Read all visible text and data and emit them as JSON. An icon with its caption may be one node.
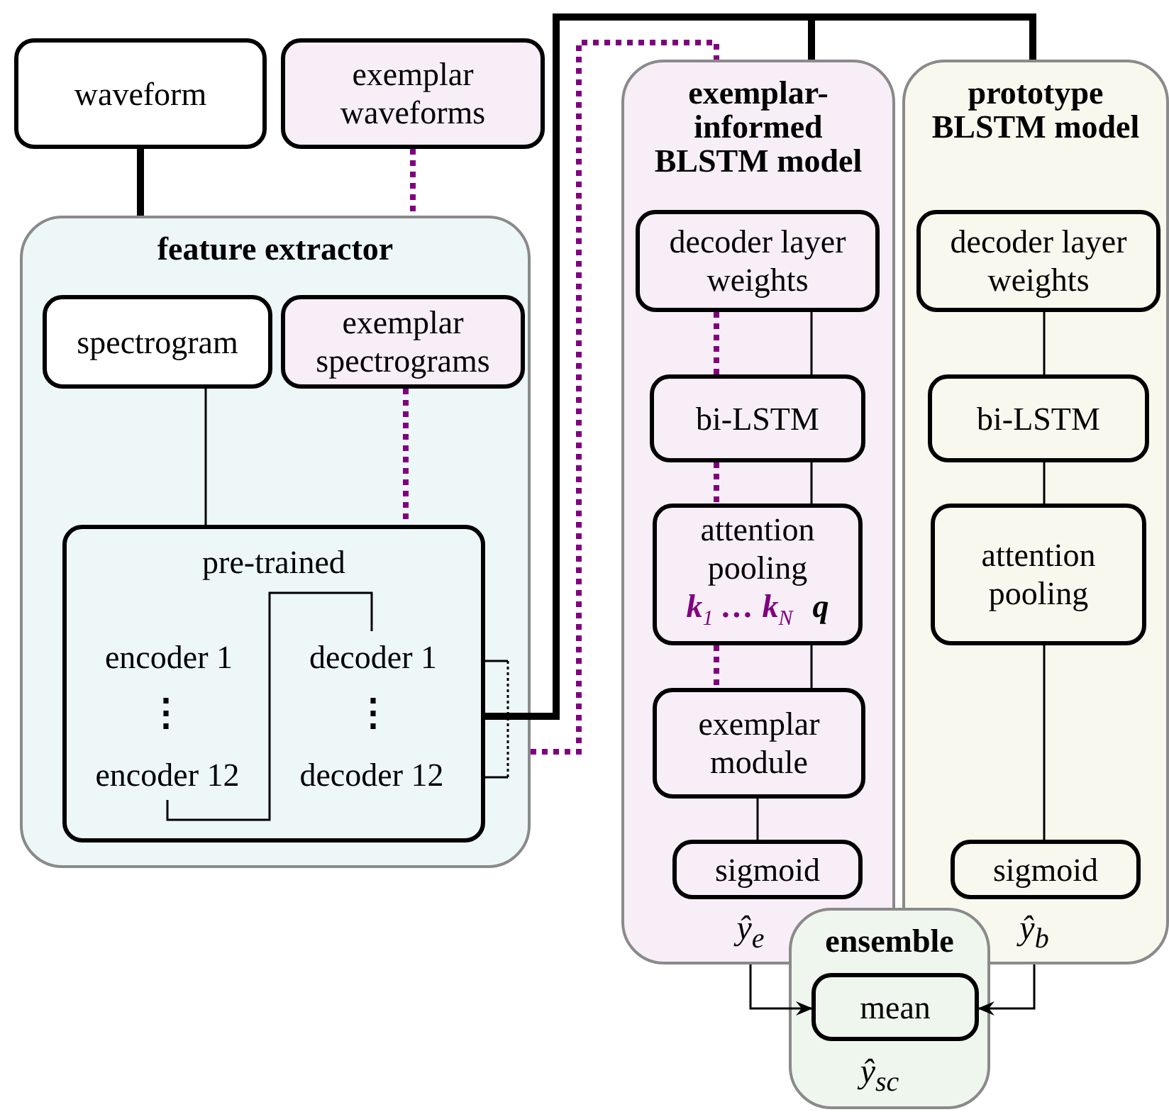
{
  "diagram": {
    "nodes": [
      {
        "text": [
          "waveform"
        ]
      },
      {
        "text": [
          "exemplar waveforms"
        ]
      },
      {
        "text": [
          "feature extractor"
        ]
      },
      {
        "text": [
          "spectrogram"
        ],
        "in": 2
      },
      {
        "text": [
          "exemplar spectrograms"
        ],
        "in": 2
      },
      {
        "text": [
          "pre-trained"
        ],
        "in": 2
      },
      {
        "text": [
          "encoder 1"
        ],
        "in": 5
      },
      {
        "text": [
          "encoder 12"
        ],
        "in": 5
      },
      {
        "text": [
          "decoder 1"
        ],
        "in": 5
      },
      {
        "text": [
          "decoder 12"
        ],
        "in": 5
      },
      {
        "text": [
          "exemplar-informed BLSTM model"
        ]
      },
      {
        "text": [
          "decoder layer weights"
        ],
        "in": 10
      },
      {
        "text": [
          "bi-LSTM"
        ],
        "in": 10
      },
      {
        "text": [
          "attention pooling",
          "**k**$_{1}$ … **k**$_{N}$",
          "q"
        ],
        "in": 10
      },
      {
        "text": [
          "exemplar module"
        ],
        "in": 10
      },
      {
        "text": [
          "sigmoid"
        ],
        "in": 10
      },
      {
        "text": [
          "ŷ$_{e}$"
        ],
        "in": 10
      },
      {
        "text": [
          "prototype BLSTM model"
        ]
      },
      {
        "text": [
          "decoder layer weights"
        ],
        "in": 17
      },
      {
        "text": [
          "bi-LSTM"
        ],
        "in": 17
      },
      {
        "text": [
          "attention pooling"
        ],
        "in": 17
      },
      {
        "text": [
          "sigmoid"
        ],
        "in": 17
      },
      {
        "text": [
          "ŷ$_{b}$"
        ],
        "in": 17
      },
      {
        "text": [
          "ensemble"
        ]
      },
      {
        "text": [
          "mean"
        ],
        "in": 23
      },
      {
        "text": [
          "ŷ$_{sc}$"
        ],
        "in": 23
      }
    ],
    "edges": [
      {
        "from": 0,
        "to": 2,
        "arrow": "none",
        "style": "thick"
      },
      {
        "from": 1,
        "to": 2,
        "arrow": "none",
        "style": "dashed",
        "color": "#800080"
      },
      {
        "from": 3,
        "to": 5,
        "arrow": "none"
      },
      {
        "from": 4,
        "to": 5,
        "arrow": "none",
        "style": "dashed",
        "color": "#800080"
      },
      {
        "from": 7,
        "to": 8,
        "arrow": "none"
      },
      {
        "from": 5,
        "to": 10,
        "arrow": "none",
        "style": "thick"
      },
      {
        "from": 5,
        "to": 17,
        "arrow": "none",
        "style": "thick"
      },
      {
        "from": 2,
        "to": 10,
        "arrow": "none",
        "style": "dashed",
        "color": "#800080"
      },
      {
        "from": 11,
        "to": 12,
        "arrow": "none"
      },
      {
        "from": 11,
        "to": 12,
        "arrow": "none",
        "style": "dashed",
        "color": "#800080"
      },
      {
        "from": 12,
        "to": 13,
        "arrow": "none"
      },
      {
        "from": 12,
        "to": 13,
        "arrow": "none",
        "style": "dashed",
        "color": "#800080"
      },
      {
        "from": 13,
        "to": 14,
        "arrow": "none"
      },
      {
        "from": 13,
        "to": 14,
        "arrow": "none",
        "style": "dashed",
        "color": "#800080"
      },
      {
        "from": 14,
        "to": 15,
        "arrow": "none"
      },
      {
        "from": 18,
        "to": 19,
        "arrow": "none"
      },
      {
        "from": 19,
        "to": 20,
        "arrow": "none"
      },
      {
        "from": 20,
        "to": 21,
        "arrow": "none"
      },
      {
        "from": 16,
        "to": 24,
        "arrow": "to"
      },
      {
        "from": 22,
        "to": 24,
        "arrow": "to"
      }
    ],
    "labels": [
      "⋮",
      "⋮"
    ]
  }
}
